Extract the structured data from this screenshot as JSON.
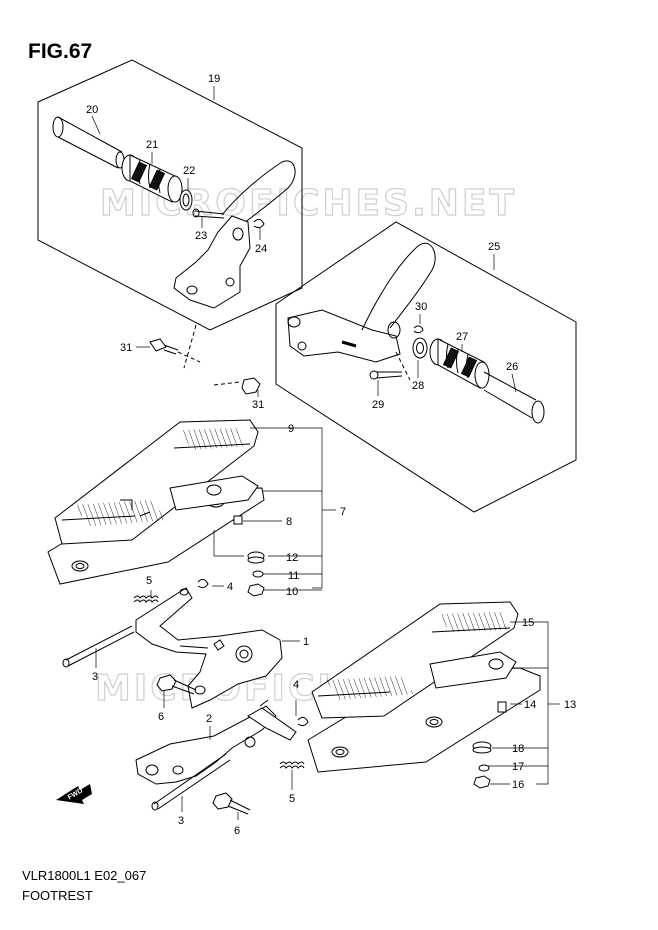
{
  "figure": {
    "title": "FIG.67"
  },
  "footer": {
    "code": "VLR1800L1 E02_067",
    "name": "FOOTREST"
  },
  "watermark": {
    "text": "MICROFICHES.NET"
  },
  "fwd_marker": {
    "text": "FWD"
  },
  "callouts": {
    "c1": "1",
    "c2": "2",
    "c3a": "3",
    "c3b": "3",
    "c4a": "4",
    "c4b": "4",
    "c5a": "5",
    "c5b": "5",
    "c6a": "6",
    "c6b": "6",
    "c7": "7",
    "c8": "8",
    "c9": "9",
    "c10": "10",
    "c11": "11",
    "c12": "12",
    "c13": "13",
    "c14": "14",
    "c15": "15",
    "c16": "16",
    "c17": "17",
    "c18": "18",
    "c19": "19",
    "c20": "20",
    "c21": "21",
    "c22": "22",
    "c23": "23",
    "c24": "24",
    "c25": "25",
    "c26": "26",
    "c27": "27",
    "c28": "28",
    "c29": "29",
    "c30": "30",
    "c31a": "31",
    "c31b": "31"
  }
}
